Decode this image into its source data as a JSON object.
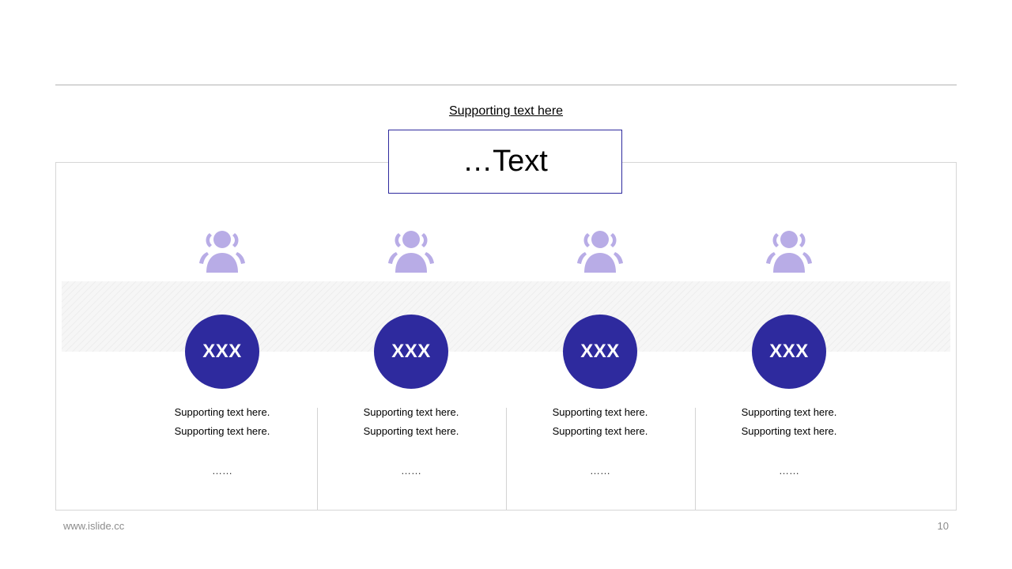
{
  "slide": {
    "subtitle": "Supporting text here",
    "title": "…Text",
    "footer_url": "www.islide.cc",
    "page_number": "10"
  },
  "colors": {
    "accent": "#2e2a9e",
    "icon": "#b8ace6",
    "rule": "#b3b3b3"
  },
  "columns": [
    {
      "icon": "group-person-icon",
      "badge": "XXX",
      "line1": "Supporting  text here.",
      "line2": "Supporting  text here.",
      "more": "……"
    },
    {
      "icon": "group-person-icon",
      "badge": "XXX",
      "line1": "Supporting  text here.",
      "line2": "Supporting  text here.",
      "more": "……"
    },
    {
      "icon": "group-person-icon",
      "badge": "XXX",
      "line1": "Supporting  text here.",
      "line2": "Supporting  text here.",
      "more": "……"
    },
    {
      "icon": "group-person-icon",
      "badge": "XXX",
      "line1": "Supporting  text here.",
      "line2": "Supporting  text here.",
      "more": "……"
    }
  ]
}
